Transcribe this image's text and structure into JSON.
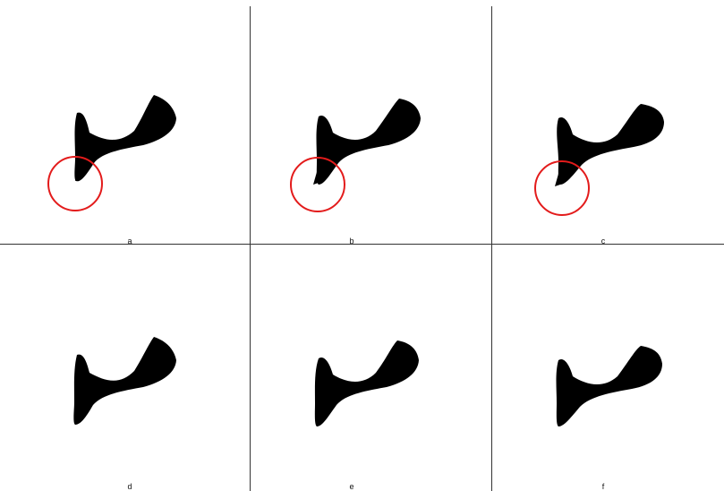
{
  "figure": {
    "panels": [
      {
        "id": "a",
        "label": "a",
        "highlight": true
      },
      {
        "id": "b",
        "label": "b",
        "highlight": true
      },
      {
        "id": "c",
        "label": "c",
        "highlight": true
      },
      {
        "id": "d",
        "label": "d",
        "highlight": false
      },
      {
        "id": "e",
        "label": "e",
        "highlight": false
      },
      {
        "id": "f",
        "label": "f",
        "highlight": false
      }
    ],
    "shape_color": "#000000",
    "highlight_color": "#e31b1b",
    "divider_color": "#333333"
  }
}
